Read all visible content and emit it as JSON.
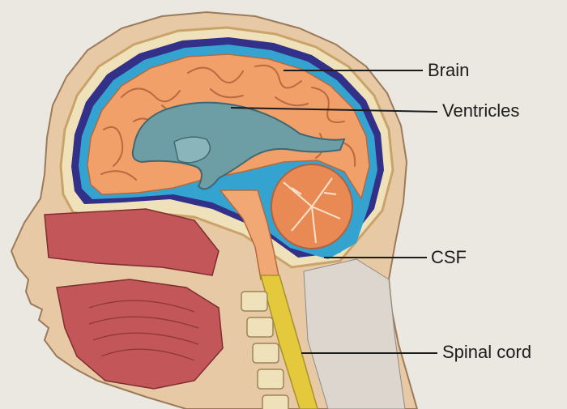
{
  "labels": {
    "brain": "Brain",
    "ventricles": "Ventricles",
    "csf": "CSF",
    "spinal_cord": "Spinal cord"
  },
  "colors": {
    "background": "#ebe8e1",
    "skin": "#e8c9a6",
    "brain": "#f2a06a",
    "ventricles": "#6e9ea5",
    "csf": "#35a3cf",
    "meninges": "#33308a",
    "spinal_cord": "#e5c93d",
    "tissue": "#c25658",
    "bone": "#efe2ba",
    "leader_line": "#1c1c1c"
  }
}
